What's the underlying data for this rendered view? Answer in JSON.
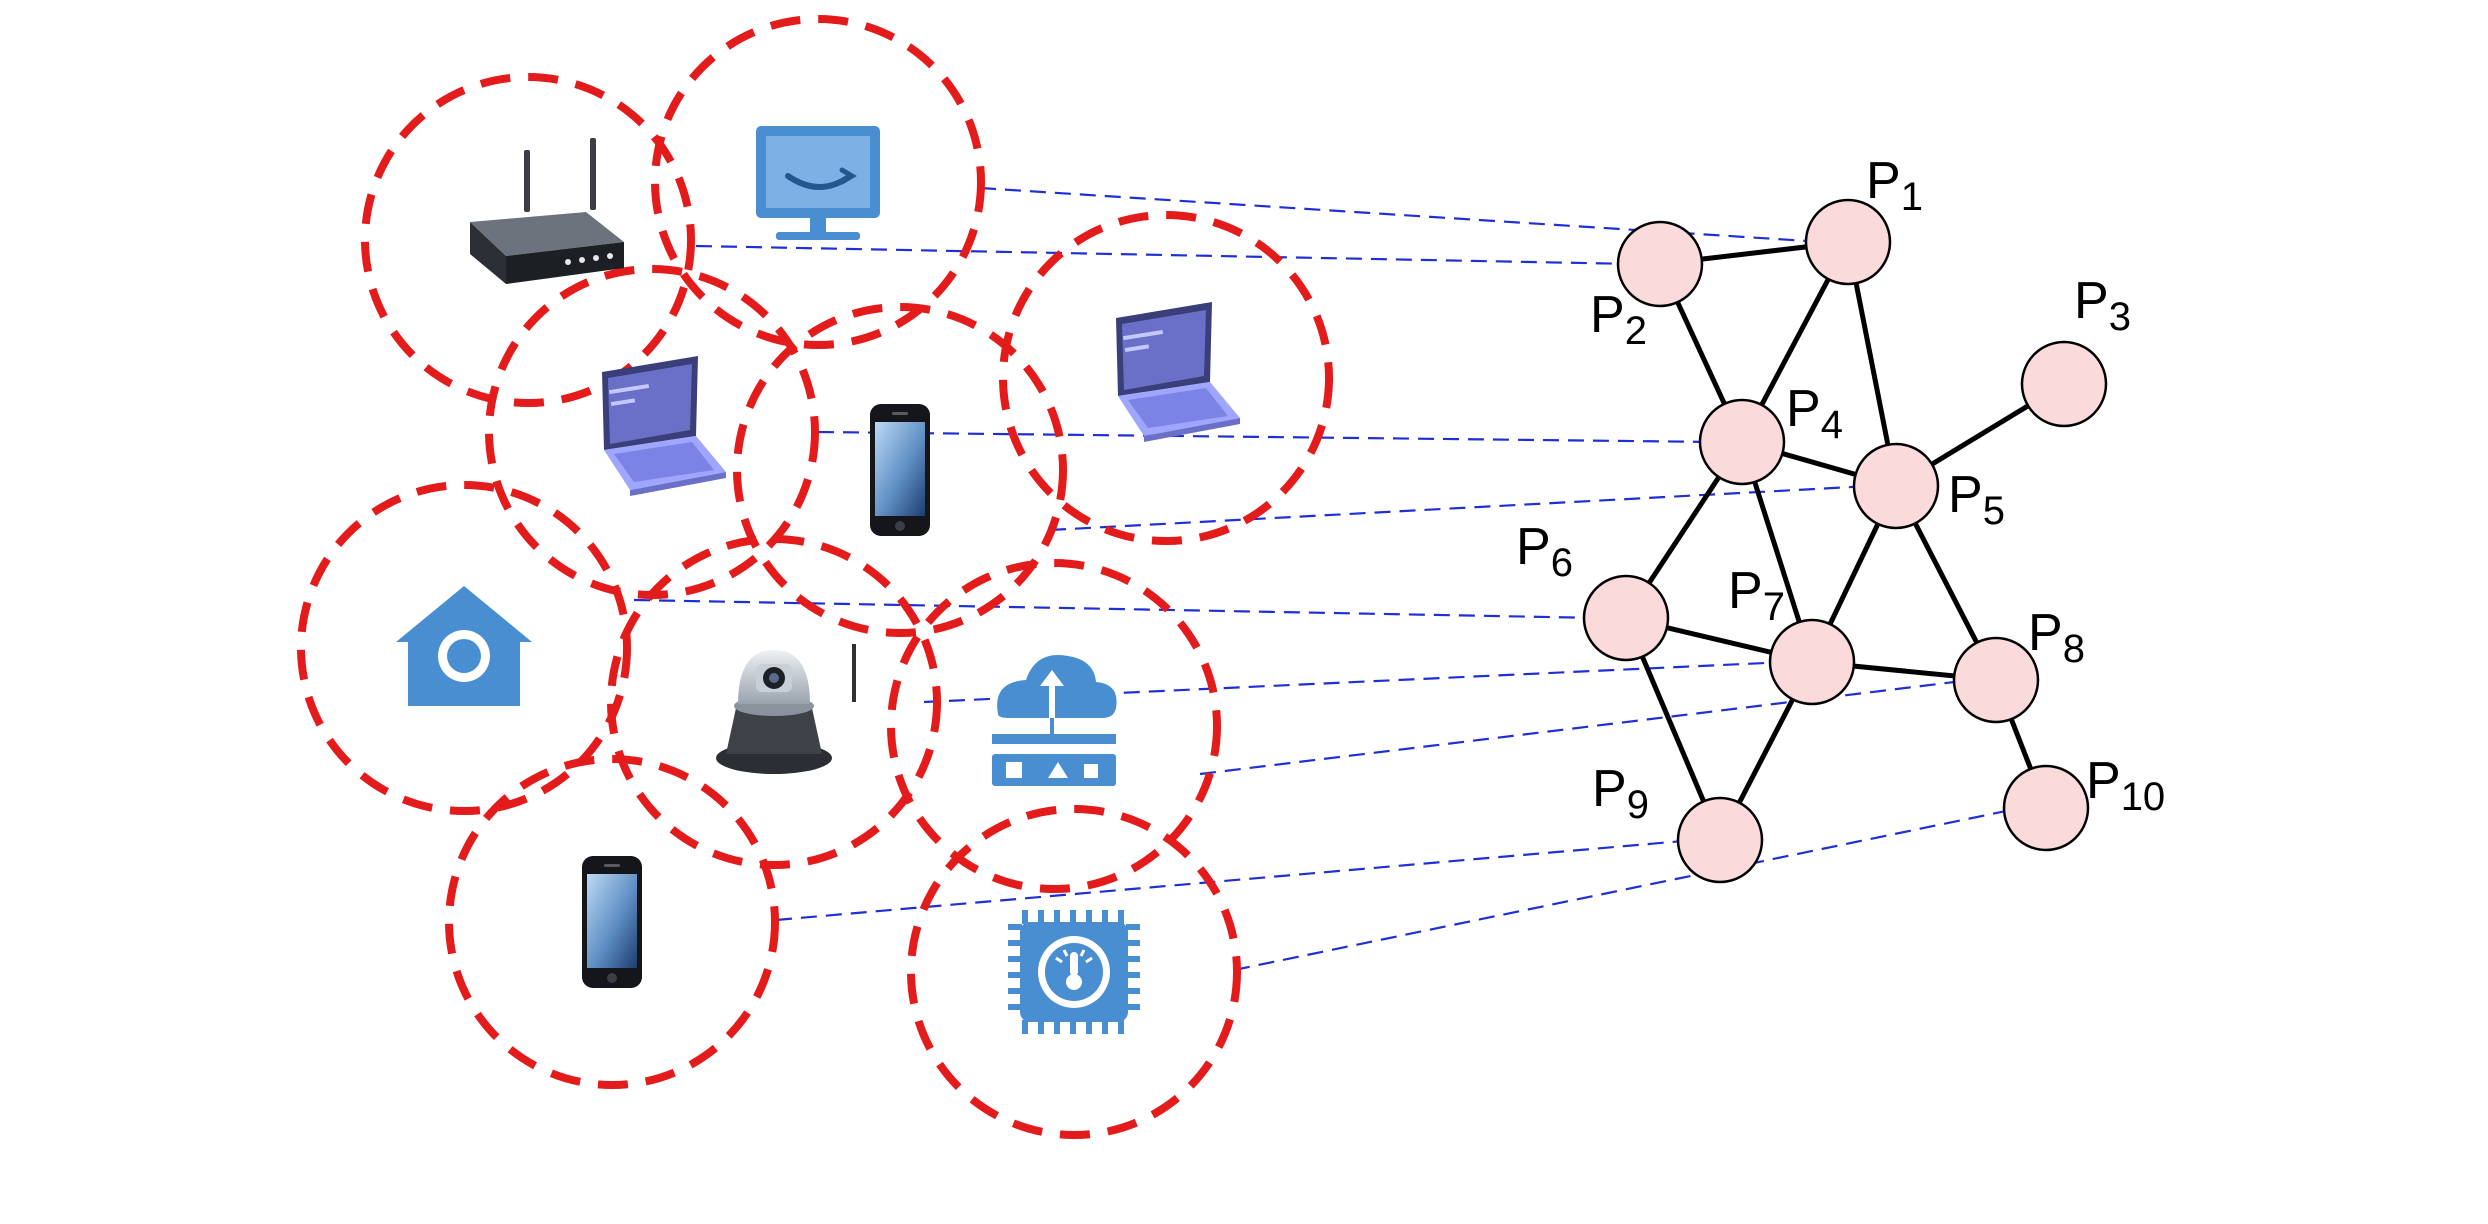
{
  "colors": {
    "coverage_circle": "#e31b1b",
    "mapping_line": "#1f2fd6",
    "node_fill": "#fadadb",
    "edge": "#000000",
    "icon_blue": "#4a8ed2"
  },
  "devices": [
    {
      "id": "router",
      "icon": "wifi-router-icon"
    },
    {
      "id": "smart-tv",
      "icon": "smart-tv-icon"
    },
    {
      "id": "laptop-1",
      "icon": "laptop-icon"
    },
    {
      "id": "phone-1",
      "icon": "smartphone-icon"
    },
    {
      "id": "laptop-2",
      "icon": "laptop-icon"
    },
    {
      "id": "smart-home",
      "icon": "smart-home-icon"
    },
    {
      "id": "ip-camera",
      "icon": "ip-camera-icon"
    },
    {
      "id": "cloud-gateway",
      "icon": "cloud-gateway-icon"
    },
    {
      "id": "phone-2",
      "icon": "smartphone-icon"
    },
    {
      "id": "temp-sensor",
      "icon": "temperature-sensor-chip-icon"
    }
  ],
  "nodes": [
    {
      "id": "P1",
      "base": "P",
      "sub": "1"
    },
    {
      "id": "P2",
      "base": "P",
      "sub": "2"
    },
    {
      "id": "P3",
      "base": "P",
      "sub": "3"
    },
    {
      "id": "P4",
      "base": "P",
      "sub": "4"
    },
    {
      "id": "P5",
      "base": "P",
      "sub": "5"
    },
    {
      "id": "P6",
      "base": "P",
      "sub": "6"
    },
    {
      "id": "P7",
      "base": "P",
      "sub": "7"
    },
    {
      "id": "P8",
      "base": "P",
      "sub": "8"
    },
    {
      "id": "P9",
      "base": "P",
      "sub": "9"
    },
    {
      "id": "P10",
      "base": "P",
      "sub": "10"
    }
  ],
  "edges": [
    [
      "P1",
      "P2"
    ],
    [
      "P1",
      "P4"
    ],
    [
      "P1",
      "P5"
    ],
    [
      "P2",
      "P4"
    ],
    [
      "P3",
      "P5"
    ],
    [
      "P4",
      "P5"
    ],
    [
      "P4",
      "P6"
    ],
    [
      "P4",
      "P7"
    ],
    [
      "P5",
      "P7"
    ],
    [
      "P5",
      "P8"
    ],
    [
      "P6",
      "P7"
    ],
    [
      "P6",
      "P9"
    ],
    [
      "P7",
      "P8"
    ],
    [
      "P7",
      "P9"
    ],
    [
      "P8",
      "P10"
    ]
  ],
  "mappings": [
    [
      "smart-tv",
      "P1"
    ],
    [
      "router",
      "P2"
    ],
    [
      "phone-1",
      "P4"
    ],
    [
      "laptop-2",
      "P5"
    ],
    [
      "smart-home",
      "P6"
    ],
    [
      "cloud-gateway",
      "P7"
    ],
    [
      "ip-camera",
      "P8"
    ],
    [
      "phone-2",
      "P9"
    ],
    [
      "temp-sensor",
      "P10"
    ]
  ]
}
